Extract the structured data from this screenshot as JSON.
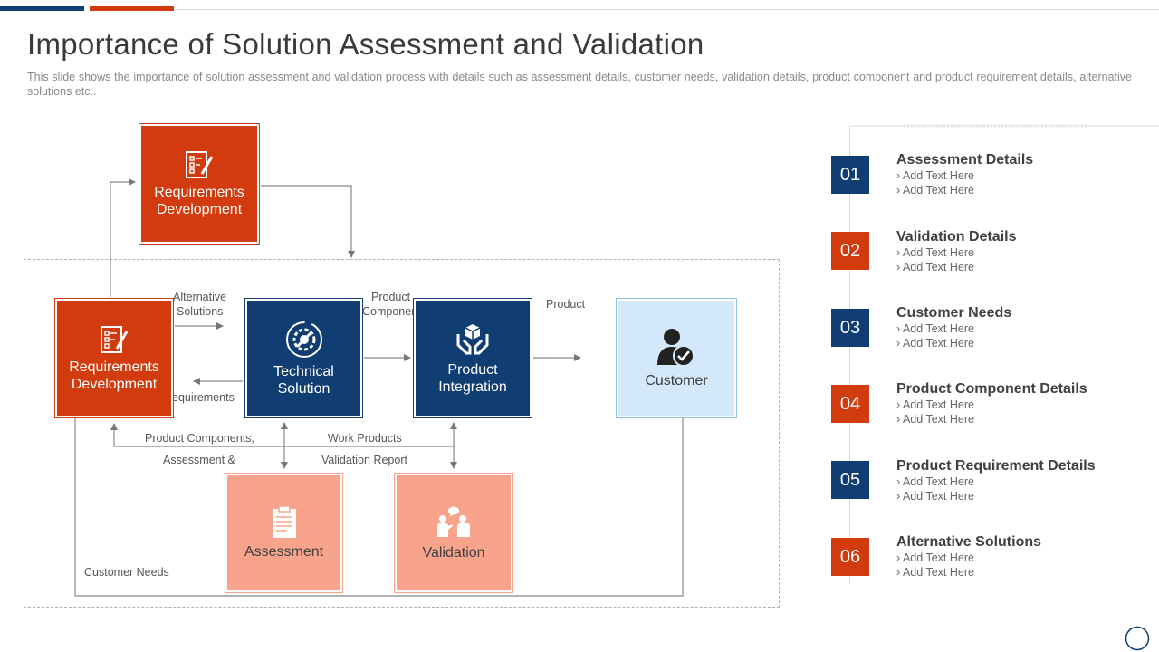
{
  "header": {
    "title": "Importance of Solution Assessment and Validation",
    "subtitle": "This slide shows the importance of solution assessment and validation process with details such as assessment details, customer needs, validation  details, product component and product requirement details, alternative  solutions etc.."
  },
  "colors": {
    "red": "#d23b0e",
    "navy": "#103e73",
    "salmon": "#f8a38b",
    "light_blue": "#d4e8fb"
  },
  "diagram": {
    "nodes": {
      "req_top": {
        "label": "Requirements Development",
        "icon": "checklist-icon"
      },
      "req_left": {
        "label": "Requirements Development",
        "icon": "checklist-icon"
      },
      "technical": {
        "label": "Technical Solution",
        "icon": "gear-wrench-icon"
      },
      "integration": {
        "label": "Product Integration",
        "icon": "hands-box-icon"
      },
      "customer": {
        "label": "Customer",
        "icon": "user-check-icon"
      },
      "assessment": {
        "label": "Assessment",
        "icon": "document-icon"
      },
      "validation": {
        "label": "Validation",
        "icon": "people-chat-icon"
      }
    },
    "labels": {
      "alternative_solutions_1": "Alternative",
      "alternative_solutions_2": "Solutions",
      "product_component_1": "Product",
      "product_component_2": "Component",
      "product": "Product",
      "requirements": "Requirements",
      "product_components": "Product Components,",
      "assessment_and": "Assessment &",
      "work_products": "Work Products",
      "validation_report": "Validation Report",
      "customer_needs": "Customer Needs"
    }
  },
  "list": [
    {
      "num": "01",
      "title": "Assessment Details",
      "lines": [
        "Add Text Here",
        "Add Text Here"
      ],
      "color": "#103e73"
    },
    {
      "num": "02",
      "title": "Validation Details",
      "lines": [
        "Add Text Here",
        "Add Text Here"
      ],
      "color": "#d23b0e"
    },
    {
      "num": "03",
      "title": "Customer Needs",
      "lines": [
        "Add Text Here",
        "Add Text Here"
      ],
      "color": "#103e73"
    },
    {
      "num": "04",
      "title": "Product Component Details",
      "lines": [
        "Add Text Here",
        "Add Text Here"
      ],
      "color": "#d23b0e"
    },
    {
      "num": "05",
      "title": "Product Requirement Details",
      "lines": [
        "Add Text Here",
        "Add Text Here"
      ],
      "color": "#103e73"
    },
    {
      "num": "06",
      "title": "Alternative  Solutions",
      "lines": [
        "Add Text Here",
        "Add Text Here"
      ],
      "color": "#d23b0e"
    }
  ]
}
